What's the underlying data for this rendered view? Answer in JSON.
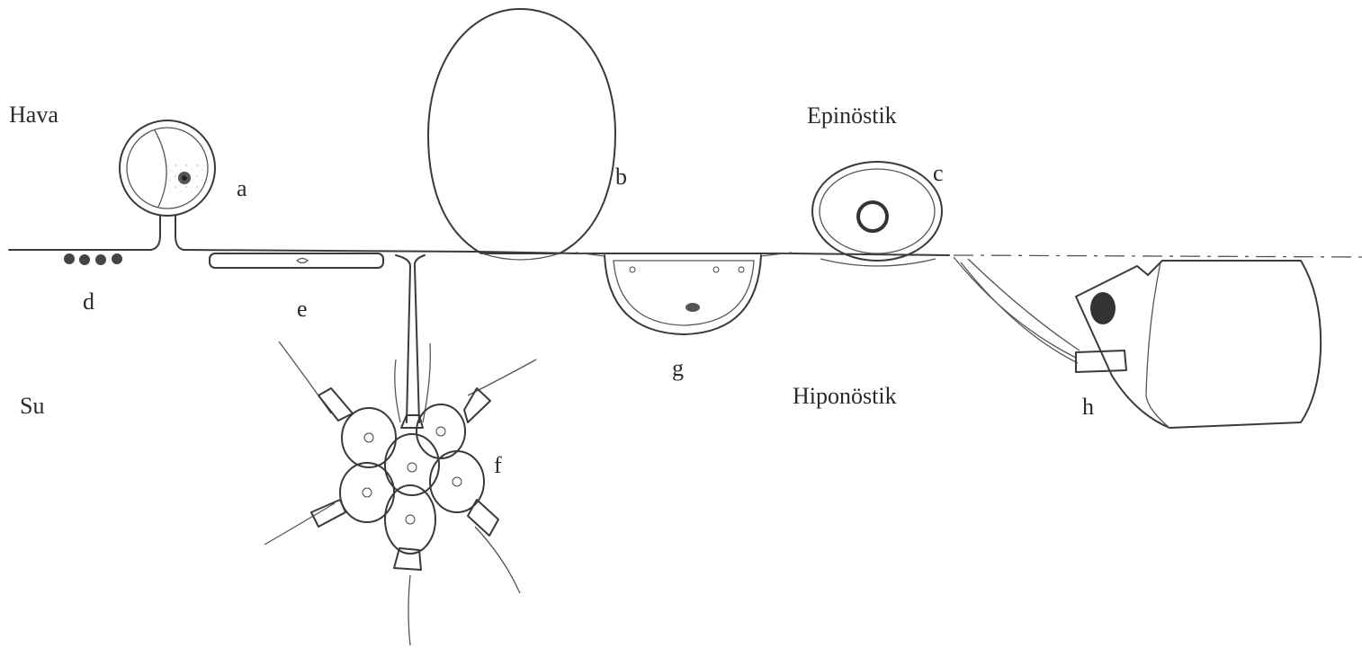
{
  "labels": {
    "air": "Hava",
    "water": "Su",
    "epineustic": "Epinöstik",
    "hyponeustic": "Hiponöstik",
    "a": "a",
    "b": "b",
    "c": "c",
    "d": "d",
    "e": "e",
    "f": "f",
    "g": "g",
    "h": "h"
  },
  "colors": {
    "ink": "#3a3a3a",
    "background": "#ffffff"
  }
}
